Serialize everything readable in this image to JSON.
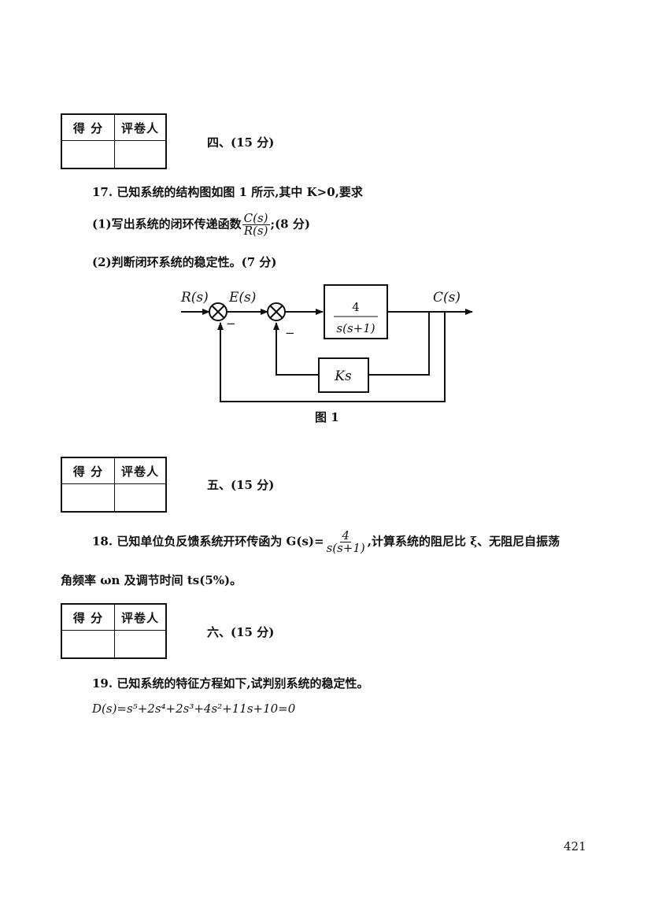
{
  "score_table": {
    "col1": "得 分",
    "col2": "评卷人"
  },
  "section4": {
    "title": "四、(15 分)",
    "q17_intro": "17. 已知系统的结构图如图 1 所示,其中 K>0,要求",
    "q17_p1_prefix": "(1)写出系统的闭环传递函数",
    "q17_p1_num": "C(s)",
    "q17_p1_den": "R(s)",
    "q17_p1_suffix": ";(8 分)",
    "q17_p2": "(2)判断闭环系统的稳定性。(7 分)"
  },
  "figure1": {
    "input_label": "R(s)",
    "error_label": "E(s)",
    "output_label": "C(s)",
    "forward_num": "4",
    "forward_den": "s(s+1)",
    "feedback_block": "Ks",
    "minus1": "−",
    "minus2": "−",
    "caption": "图 1"
  },
  "section5": {
    "title": "五、(15 分)",
    "q18_prefix": "18. 已知单位负反馈系统开环传函为 G(s)=",
    "q18_num": "4",
    "q18_den": "s(s+1)",
    "q18_suffix": ",计算系统的阻尼比 ξ、无阻尼自振荡",
    "q18_line2": "角频率 ωn 及调节时间 ts(5%)。"
  },
  "section6": {
    "title": "六、(15 分)",
    "q19": "19. 已知系统的特征方程如下,试判别系统的稳定性。",
    "equation": "D(s)=s⁵+2s⁴+2s³+4s²+11s+10=0"
  },
  "page_number": "421"
}
